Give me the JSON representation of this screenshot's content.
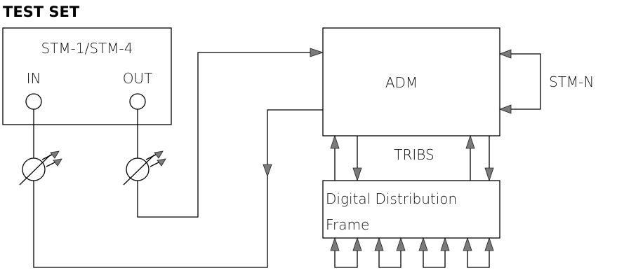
{
  "title": "TEST SET",
  "test_set": {
    "label": "STM-1/STM-4",
    "in_label": "IN",
    "out_label": "OUT"
  },
  "adm": {
    "label": "ADM"
  },
  "stm_n_label": "STM-N",
  "tribs_label": "TRIBS",
  "ddf": {
    "line1": "Digital Distribution",
    "line2": "Frame"
  },
  "colors": {
    "line": "#000000",
    "arrow_fill": "#7a7a7a",
    "background": "#ffffff"
  }
}
